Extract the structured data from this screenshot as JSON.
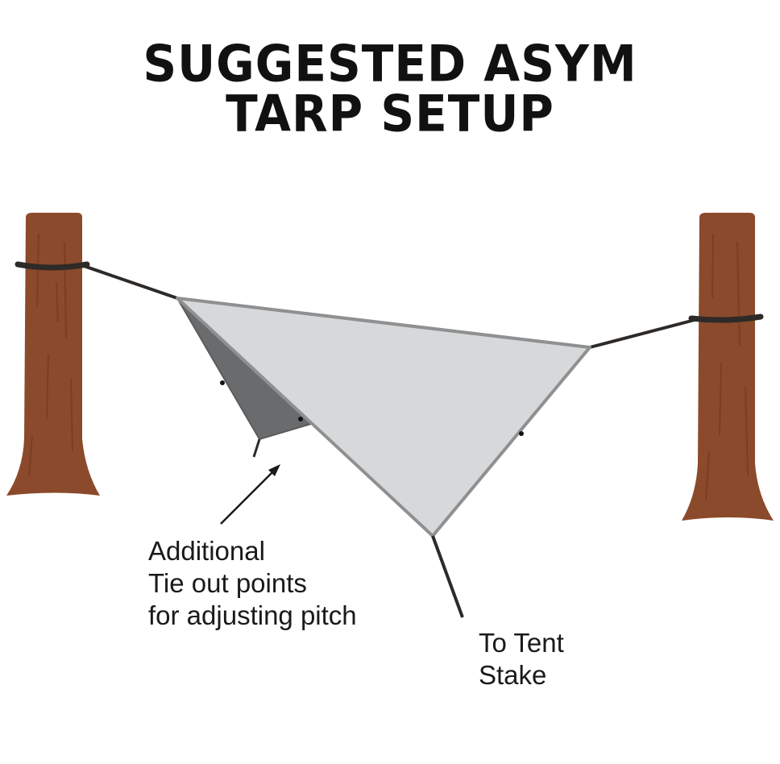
{
  "title": {
    "line1": "SUGGESTED ASYM",
    "line2": "TARP SETUP"
  },
  "annotations": {
    "tie_out": [
      "Additional",
      "Tie out points",
      "for adjusting pitch"
    ],
    "stake": [
      "To Tent",
      "Stake"
    ]
  },
  "colors": {
    "tree_trunk": "#8b4a2b",
    "tree_bark_line": "#6e3720",
    "tarp_main": "#d7d8d9",
    "tarp_edge": "#8f9091",
    "tarp_side": "#6a6b6c",
    "rope": "#2e2a28"
  }
}
